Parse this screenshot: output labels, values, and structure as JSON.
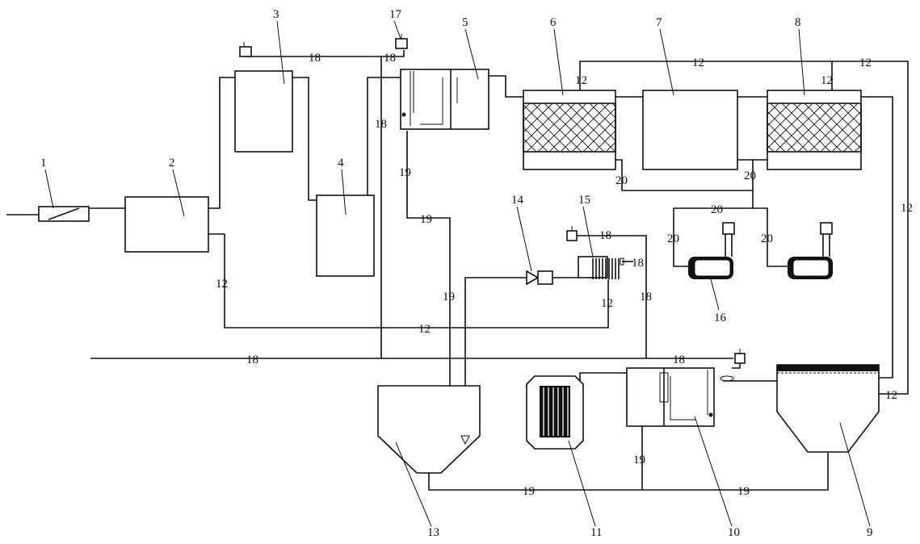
{
  "equipment_labels": {
    "e1": "1",
    "e2": "2",
    "e3": "3",
    "e4": "4",
    "e5": "5",
    "e6": "6",
    "e7": "7",
    "e8": "8",
    "e9": "9",
    "e10": "10",
    "e11": "11",
    "e13": "13",
    "e14": "14",
    "e15": "15",
    "e16": "16",
    "e17": "17"
  },
  "pipe_labels": {
    "p12": "12",
    "p18": "18",
    "p19": "19",
    "p20": "20"
  }
}
